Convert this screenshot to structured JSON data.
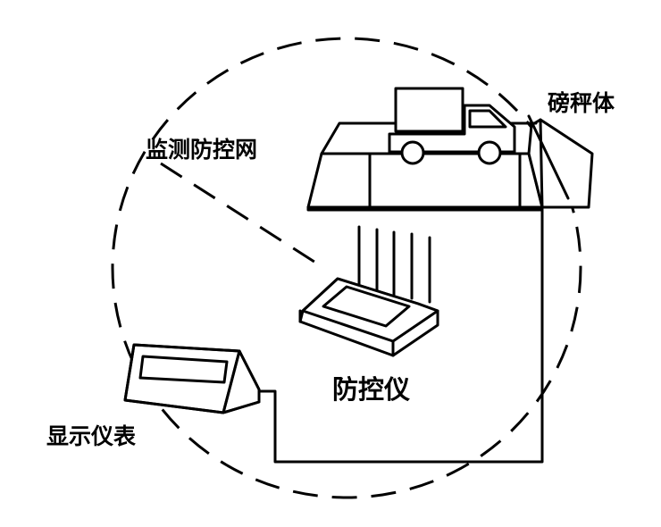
{
  "labels": {
    "weighbridge": "磅秤体",
    "monitoring_network": "监测防控网",
    "controller": "防控仪",
    "display_instrument": "显示仪表"
  }
}
